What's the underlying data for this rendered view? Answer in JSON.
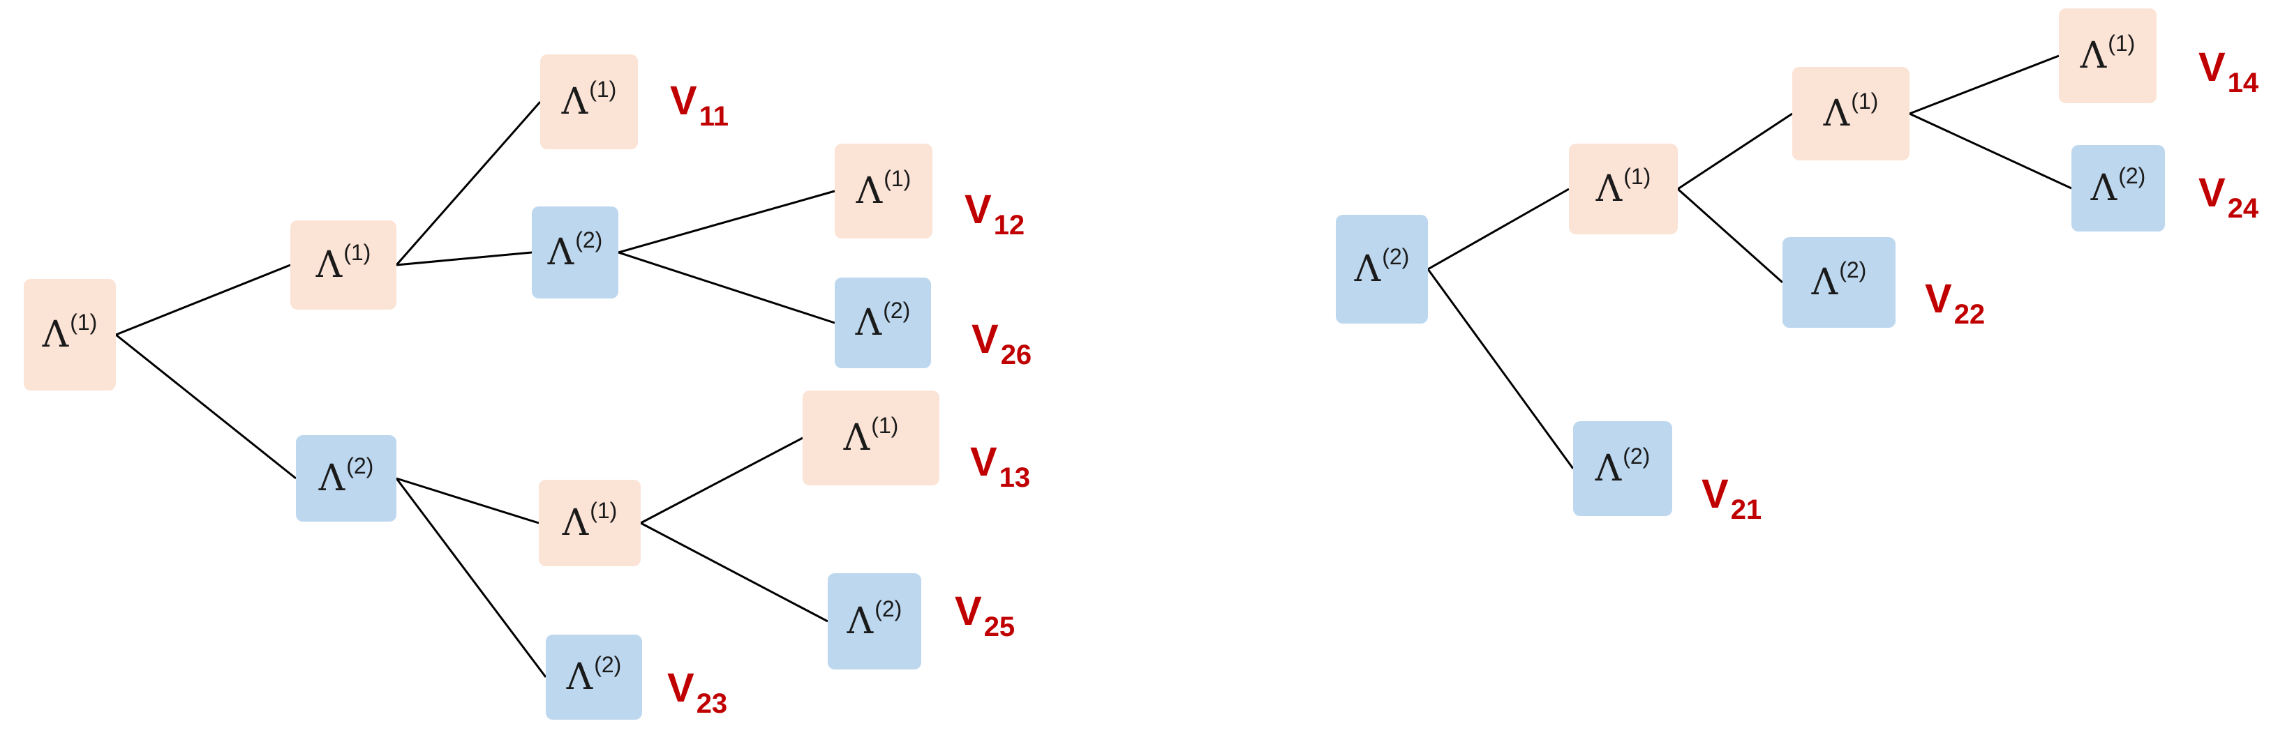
{
  "colors": {
    "type_1_fill": "#fbe3d6",
    "type_2_fill": "#bdd7ee",
    "leaf_value_label": "#c00000",
    "edge": "#000000"
  },
  "node_symbol": "Λ",
  "trees": [
    {
      "name": "left-tree",
      "nodes": [
        {
          "id": "L0",
          "sup": "(1)",
          "type": 1
        },
        {
          "id": "L1",
          "sup": "(1)",
          "type": 1
        },
        {
          "id": "L2",
          "sup": "(2)",
          "type": 2
        },
        {
          "id": "L3",
          "sup": "(1)",
          "type": 1,
          "value": {
            "main": "V",
            "sub": "11"
          }
        },
        {
          "id": "L4",
          "sup": "(2)",
          "type": 2
        },
        {
          "id": "L5",
          "sup": "(1)",
          "type": 1,
          "value": {
            "main": "V",
            "sub": "12"
          }
        },
        {
          "id": "L6",
          "sup": "(2)",
          "type": 2,
          "value": {
            "main": "V",
            "sub": "26"
          }
        },
        {
          "id": "L7",
          "sup": "(1)",
          "type": 1
        },
        {
          "id": "L8",
          "sup": "(2)",
          "type": 2,
          "value": {
            "main": "V",
            "sub": "23"
          }
        },
        {
          "id": "L9",
          "sup": "(1)",
          "type": 1,
          "value": {
            "main": "V",
            "sub": "13"
          }
        },
        {
          "id": "L10",
          "sup": "(2)",
          "type": 2,
          "value": {
            "main": "V",
            "sub": "25"
          }
        }
      ],
      "edges": [
        [
          "L0",
          "L1"
        ],
        [
          "L0",
          "L2"
        ],
        [
          "L1",
          "L3"
        ],
        [
          "L1",
          "L4"
        ],
        [
          "L4",
          "L5"
        ],
        [
          "L4",
          "L6"
        ],
        [
          "L2",
          "L7"
        ],
        [
          "L2",
          "L8"
        ],
        [
          "L7",
          "L9"
        ],
        [
          "L7",
          "L10"
        ]
      ]
    },
    {
      "name": "right-tree",
      "nodes": [
        {
          "id": "R0",
          "sup": "(2)",
          "type": 2
        },
        {
          "id": "R1",
          "sup": "(1)",
          "type": 1
        },
        {
          "id": "R2",
          "sup": "(2)",
          "type": 2,
          "value": {
            "main": "V",
            "sub": "21"
          }
        },
        {
          "id": "R3",
          "sup": "(1)",
          "type": 1
        },
        {
          "id": "R4",
          "sup": "(2)",
          "type": 2,
          "value": {
            "main": "V",
            "sub": "22"
          }
        },
        {
          "id": "R5",
          "sup": "(1)",
          "type": 1,
          "value": {
            "main": "V",
            "sub": "14"
          }
        },
        {
          "id": "R6",
          "sup": "(2)",
          "type": 2,
          "value": {
            "main": "V",
            "sub": "24"
          }
        }
      ],
      "edges": [
        [
          "R0",
          "R1"
        ],
        [
          "R0",
          "R2"
        ],
        [
          "R1",
          "R3"
        ],
        [
          "R1",
          "R4"
        ],
        [
          "R3",
          "R5"
        ],
        [
          "R3",
          "R6"
        ]
      ]
    }
  ]
}
